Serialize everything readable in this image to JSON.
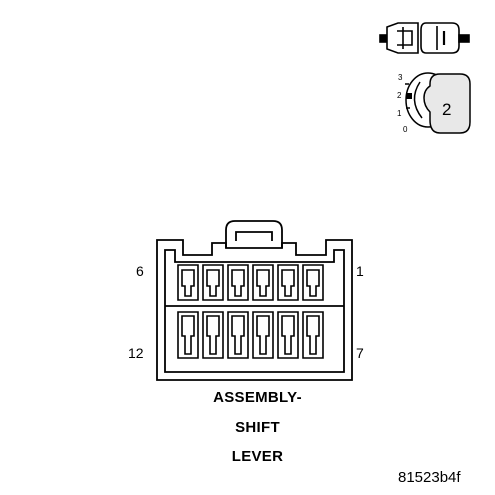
{
  "connector": {
    "pin_count": 12,
    "pin_labels": {
      "top_left": "6",
      "top_right": "1",
      "bottom_left": "12",
      "bottom_right": "7"
    }
  },
  "title_lines": [
    "ASSEMBLY-",
    "SHIFT",
    "LEVER"
  ],
  "figure_id": "81523b4f",
  "icons": {
    "connector_view": "connector-side-view-icon",
    "terminal_position": "terminal-position-icon"
  },
  "terminal_icon": {
    "scale": [
      "3",
      "2",
      "1",
      "0"
    ],
    "insert_number": "2"
  },
  "colors": {
    "line": "#000000",
    "background": "#ffffff",
    "icon_fill": "#e8e8e8"
  }
}
